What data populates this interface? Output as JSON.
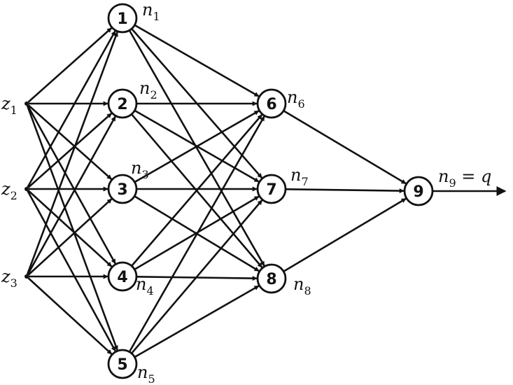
{
  "inputs": [
    {
      "id": "z1",
      "base": "z",
      "sub": "1"
    },
    {
      "id": "z2",
      "base": "z",
      "sub": "2"
    },
    {
      "id": "z3",
      "base": "z",
      "sub": "3"
    }
  ],
  "nodes": [
    {
      "id": "1",
      "label": "1",
      "tag": {
        "base": "n",
        "sub": "1",
        "suffix": ""
      }
    },
    {
      "id": "2",
      "label": "2",
      "tag": {
        "base": "n",
        "sub": "2",
        "suffix": ""
      }
    },
    {
      "id": "3",
      "label": "3",
      "tag": {
        "base": "n",
        "sub": "3",
        "suffix": ""
      }
    },
    {
      "id": "4",
      "label": "4",
      "tag": {
        "base": "n",
        "sub": "4",
        "suffix": ""
      }
    },
    {
      "id": "5",
      "label": "5",
      "tag": {
        "base": "n",
        "sub": "5",
        "suffix": ""
      }
    },
    {
      "id": "6",
      "label": "6",
      "tag": {
        "base": "n",
        "sub": "6",
        "suffix": ""
      }
    },
    {
      "id": "7",
      "label": "7",
      "tag": {
        "base": "n",
        "sub": "7",
        "suffix": ""
      }
    },
    {
      "id": "8",
      "label": "8",
      "tag": {
        "base": "n",
        "sub": "8",
        "suffix": ""
      }
    },
    {
      "id": "9",
      "label": "9",
      "tag": {
        "base": "n",
        "sub": "9",
        "suffix": " = q"
      }
    }
  ],
  "edges": [
    [
      "z1",
      "1"
    ],
    [
      "z1",
      "2"
    ],
    [
      "z1",
      "3"
    ],
    [
      "z1",
      "4"
    ],
    [
      "z1",
      "5"
    ],
    [
      "z2",
      "1"
    ],
    [
      "z2",
      "2"
    ],
    [
      "z2",
      "3"
    ],
    [
      "z2",
      "4"
    ],
    [
      "z2",
      "5"
    ],
    [
      "z3",
      "1"
    ],
    [
      "z3",
      "2"
    ],
    [
      "z3",
      "3"
    ],
    [
      "z3",
      "4"
    ],
    [
      "z3",
      "5"
    ],
    [
      "1",
      "6"
    ],
    [
      "1",
      "7"
    ],
    [
      "1",
      "8"
    ],
    [
      "2",
      "6"
    ],
    [
      "2",
      "7"
    ],
    [
      "2",
      "8"
    ],
    [
      "3",
      "6"
    ],
    [
      "3",
      "7"
    ],
    [
      "3",
      "8"
    ],
    [
      "4",
      "6"
    ],
    [
      "4",
      "7"
    ],
    [
      "4",
      "8"
    ],
    [
      "5",
      "6"
    ],
    [
      "5",
      "7"
    ],
    [
      "5",
      "8"
    ],
    [
      "6",
      "9"
    ],
    [
      "7",
      "9"
    ],
    [
      "8",
      "9"
    ],
    [
      "9",
      "out"
    ]
  ]
}
